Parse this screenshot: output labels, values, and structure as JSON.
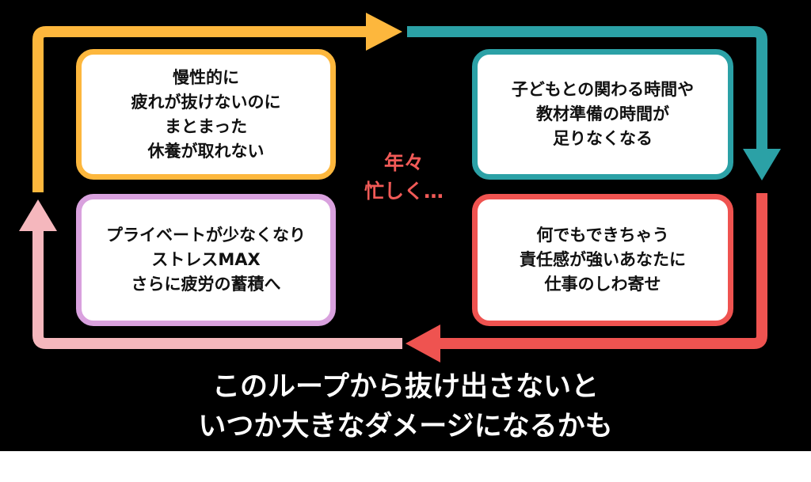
{
  "cards": {
    "top_left": "慢性的に\n疲れが抜けないのに\nまとまった\n休養が取れない",
    "top_right": "子どもとの関わる時間や\n教材準備の時間が\n足りなくなる",
    "bottom_right": "何でもできちゃう\n責任感が強いあなたに\n仕事のしわ寄せ",
    "bottom_left": "プライベートが少なくなり\nストレスMAX\nさらに疲労の蓄積へ"
  },
  "center_label": "年々\n忙しく…",
  "caption": "このループから抜け出さないと\nいつか大きなダメージになるかも",
  "colors": {
    "background": "#000000",
    "yellow": "#FDB73D",
    "teal": "#2BA1A6",
    "red": "#EF5350",
    "pink": "#F5B7BD",
    "violet": "#D9A1DE",
    "center_label": "#F15A57",
    "caption": "#FFFFFF"
  }
}
